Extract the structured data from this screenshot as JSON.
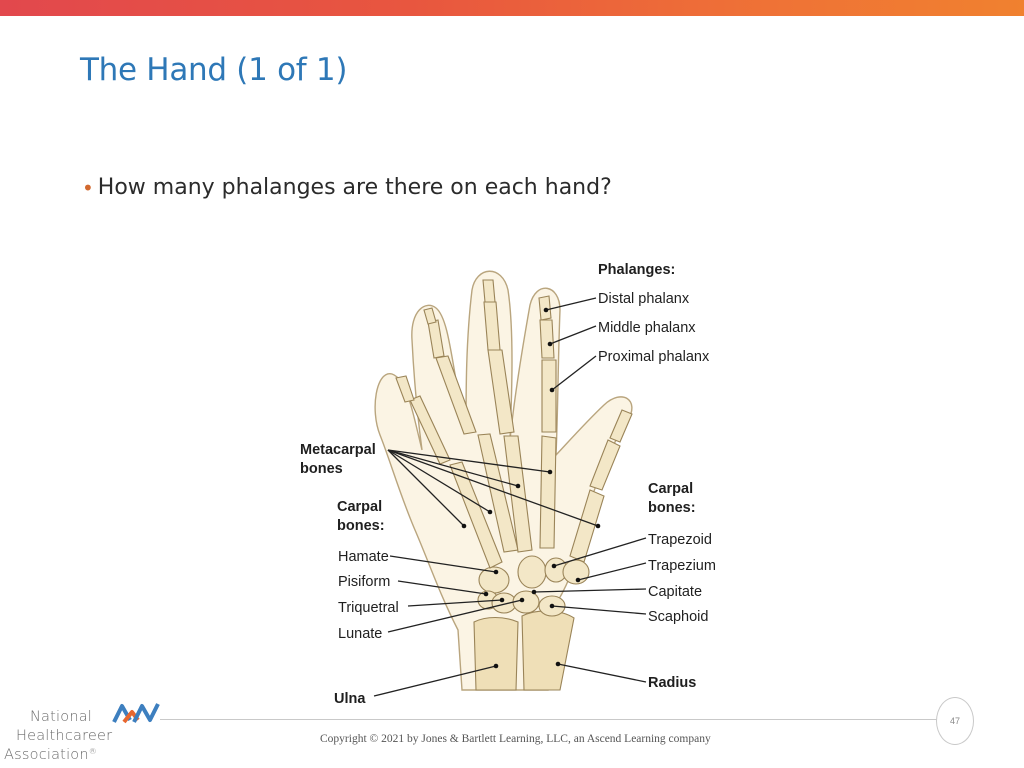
{
  "slide": {
    "title": "The Hand (1 of 1)",
    "bullet": "How many phalanges are there on each hand?",
    "page_number": "47",
    "copyright": "Copyright © 2021 by Jones & Bartlett Learning, LLC, an Ascend Learning company"
  },
  "diagram": {
    "labels": {
      "phalanges_heading": "Phalanges:",
      "distal": "Distal phalanx",
      "middle": "Middle phalanx",
      "proximal": "Proximal phalanx",
      "metacarpal_1": "Metacarpal",
      "metacarpal_2": "bones",
      "carpal_left_1": "Carpal",
      "carpal_left_2": "bones:",
      "hamate": "Hamate",
      "pisiform": "Pisiform",
      "triquetral": "Triquetral",
      "lunate": "Lunate",
      "ulna": "Ulna",
      "carpal_right_1": "Carpal",
      "carpal_right_2": "bones:",
      "trapezoid": "Trapezoid",
      "trapezium": "Trapezium",
      "capitate": "Capitate",
      "scaphoid": "Scaphoid",
      "radius": "Radius"
    }
  },
  "logo": {
    "line1": "National",
    "line2": "Healthcareer",
    "line3": "Association",
    "mark": "®",
    "colors": {
      "blue": "#3d7fbf",
      "orange": "#e8672f"
    }
  },
  "colors": {
    "title": "#2e78b7",
    "bullet": "#d2692f",
    "bar_start": "#e2484d",
    "bar_end": "#f0812f"
  }
}
